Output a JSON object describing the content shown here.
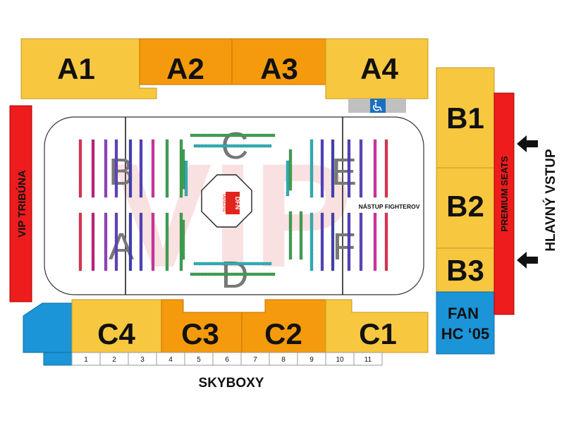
{
  "map": {
    "colors": {
      "yellow": "#f8c740",
      "orange": "#f49a0c",
      "red": "#ee1c1c",
      "blue": "#1c94d8",
      "gray": "#c0c0c0",
      "arena_floor": "#ffffff",
      "watermark": "#f7c9c9",
      "aisle_letter": "#777777"
    },
    "sections": {
      "a1": "A1",
      "a2": "A2",
      "a3": "A3",
      "a4": "A4",
      "b1": "B1",
      "b2": "B2",
      "b3": "B3",
      "c1": "C1",
      "c2": "C2",
      "c3": "C3",
      "c4": "C4"
    },
    "side_labels": {
      "vip_tribuna": "VIP TRIBÚNA",
      "premium_seats": "PREMIUM SEATS",
      "main_entrance": "HLAVNÝ VSTUP",
      "fan_line1": "FAN",
      "fan_line2": "HC ‘05"
    },
    "floor": {
      "watermark": "VIP",
      "zones": {
        "a": "A",
        "b": "B",
        "c": "C",
        "d": "D",
        "e": "E",
        "f": "F"
      },
      "fighter_entrance": "NÁSTUP FIGHTEROV",
      "ring_logo": "DFN",
      "ring_logo_sub": "UNIVERSE"
    },
    "skyboxes": {
      "label": "SKYBOXY",
      "numbers": [
        "1",
        "2",
        "3",
        "4",
        "5",
        "6",
        "7",
        "8",
        "9",
        "10",
        "11"
      ]
    },
    "icons": {
      "accessibility": "wheelchair-icon",
      "entrance_arrows": "arrow-left-icon"
    }
  }
}
